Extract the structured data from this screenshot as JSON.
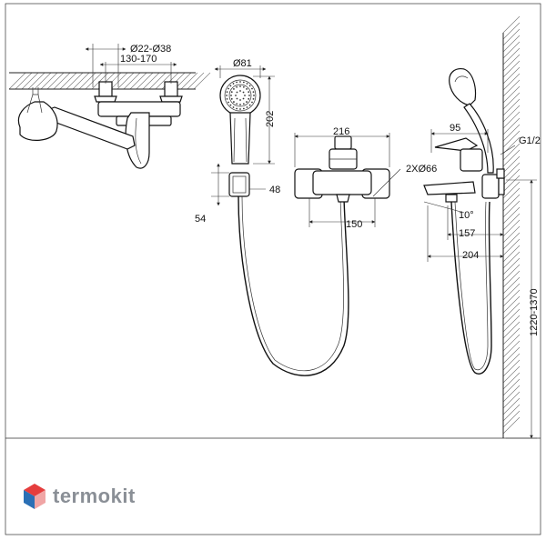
{
  "dimensions": {
    "pipe_diameter": "Ø22-Ø38",
    "spacing": "130-170",
    "handshower_diameter": "Ø81",
    "handshower_length": "202",
    "holder_width": "48",
    "holder_height": "54",
    "body_width": "216",
    "flange": "2XØ66",
    "center": "150",
    "spout_offset": "95",
    "thread": "G1/2",
    "angle": "10°",
    "spout_reach": "157",
    "total_reach": "204",
    "height_range": "1220-1370"
  },
  "brand": {
    "name": "termokit",
    "colors": {
      "top": "#e53d3d",
      "left": "#2a6fb5",
      "right": "#f0a5a5"
    }
  }
}
